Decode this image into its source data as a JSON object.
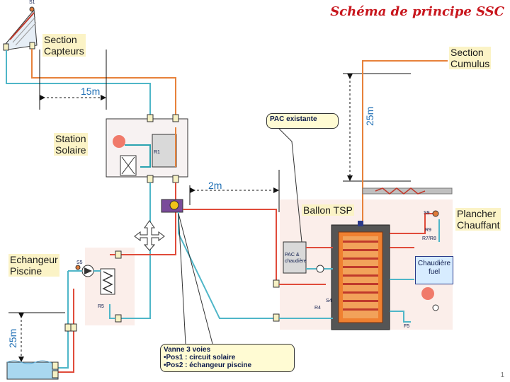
{
  "title": "Schéma de principe SSC",
  "labels": {
    "section_capteurs": [
      "Section",
      "Capteurs"
    ],
    "section_cumulus": [
      "Section",
      "Cumulus"
    ],
    "station_solaire": [
      "Station",
      "Solaire"
    ],
    "echangeur_piscine": [
      "Echangeur",
      "Piscine"
    ],
    "ballon_tsp": "Ballon TSP",
    "plancher_chauffant": [
      "Plancher",
      "Chauffant"
    ],
    "pac_existante": "PAC existante",
    "chaudiere_fuel": [
      "Chaudière",
      "fuel"
    ],
    "pac_chaudiere": [
      "PAC &",
      "chaudière"
    ]
  },
  "dimensions": {
    "d15m": "15m",
    "d2m": "2m",
    "d25m_right": "25m",
    "d25m_left": "25m"
  },
  "callout_vanne": {
    "title": "Vanne 3 voies",
    "pos1": "•Pos1 : circuit solaire",
    "pos2": "•Pos2 : échangeur piscine"
  },
  "sensors": {
    "s1": "S1",
    "s5": "S5",
    "s9": "S9",
    "r9": "R9",
    "r7r8": "R7/R8",
    "s4": "S4",
    "r4": "R4",
    "r5": "R5",
    "r1": "R1",
    "f5": "F5"
  },
  "colors": {
    "hot_pipe": "#e7813a",
    "cold_pipe": "#4fb6c8",
    "red_pipe": "#e04b3a",
    "title": "#c8161d",
    "dimension": "#1f6fb5"
  },
  "page_number": "1"
}
